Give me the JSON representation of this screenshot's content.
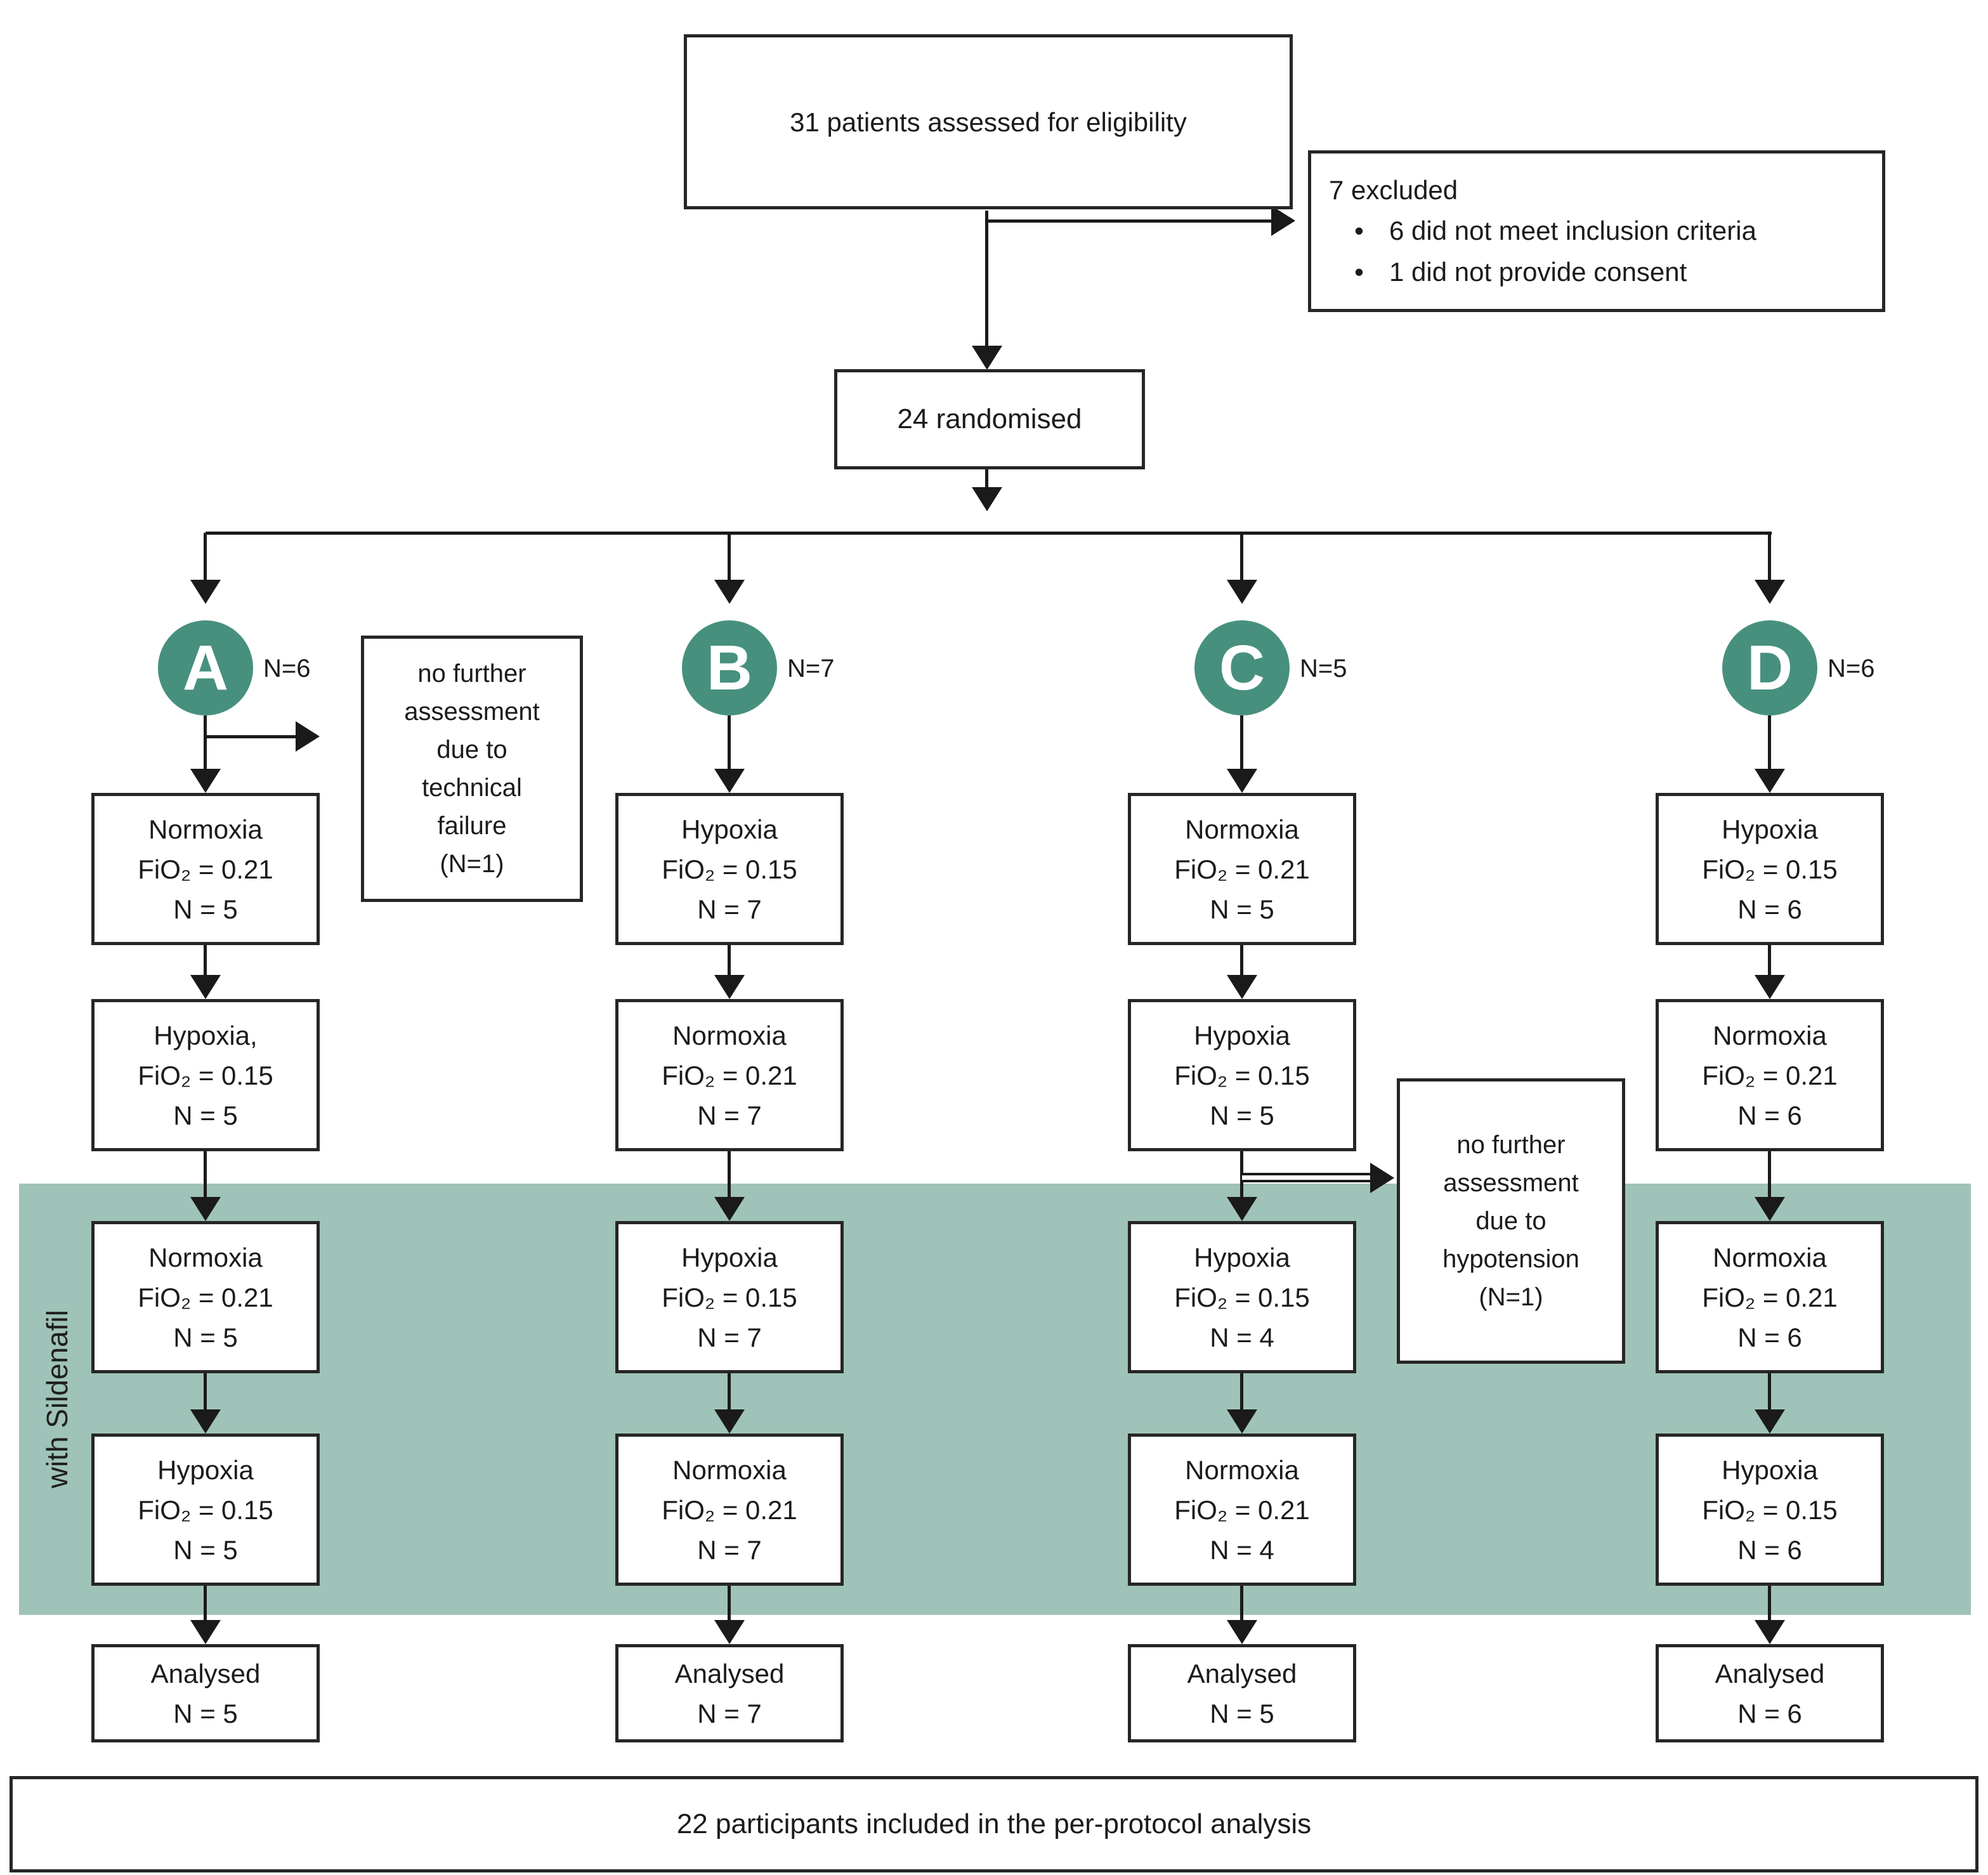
{
  "colors": {
    "accent": "#47907e",
    "band": "#9fc3b8",
    "line": "#1a1a1a"
  },
  "header": {
    "assessed": "31 patients assessed for eligibility",
    "excluded_title": "7 excluded",
    "bullet": "•",
    "excluded_items": [
      "6 did not meet inclusion criteria",
      "1 did not provide consent"
    ],
    "randomised": "24 randomised"
  },
  "band": {
    "label": "with Sildenafil"
  },
  "side_notes": {
    "technical": [
      "no further",
      "assessment",
      "due to",
      "technical",
      "failure",
      "(N=1)"
    ],
    "hypotension": [
      "no further",
      "assessment",
      "due to",
      "hypotension",
      "(N=1)"
    ]
  },
  "groups": [
    {
      "letter": "A",
      "n_label": "N=6",
      "rows": [
        [
          "Normoxia",
          "FiO₂ = 0.21",
          "N = 5"
        ],
        [
          "Hypoxia,",
          "FiO₂ = 0.15",
          "N = 5"
        ],
        [
          "Normoxia",
          "FiO₂ = 0.21",
          "N = 5"
        ],
        [
          "Hypoxia",
          "FiO₂ = 0.15",
          "N = 5"
        ],
        [
          "Analysed",
          "N = 5"
        ]
      ]
    },
    {
      "letter": "B",
      "n_label": "N=7",
      "rows": [
        [
          "Hypoxia",
          "FiO₂ = 0.15",
          "N = 7"
        ],
        [
          "Normoxia",
          "FiO₂ = 0.21",
          "N = 7"
        ],
        [
          "Hypoxia",
          "FiO₂ = 0.15",
          "N = 7"
        ],
        [
          "Normoxia",
          "FiO₂ = 0.21",
          "N = 7"
        ],
        [
          "Analysed",
          "N = 7"
        ]
      ]
    },
    {
      "letter": "C",
      "n_label": "N=5",
      "rows": [
        [
          "Normoxia",
          "FiO₂ = 0.21",
          "N = 5"
        ],
        [
          "Hypoxia",
          "FiO₂ = 0.15",
          "N = 5"
        ],
        [
          "Hypoxia",
          "FiO₂ = 0.15",
          "N = 4"
        ],
        [
          "Normoxia",
          "FiO₂ = 0.21",
          "N = 4"
        ],
        [
          "Analysed",
          "N = 5"
        ]
      ]
    },
    {
      "letter": "D",
      "n_label": "N=6",
      "rows": [
        [
          "Hypoxia",
          "FiO₂ = 0.15",
          "N = 6"
        ],
        [
          "Normoxia",
          "FiO₂ = 0.21",
          "N = 6"
        ],
        [
          "Normoxia",
          "FiO₂ = 0.21",
          "N = 6"
        ],
        [
          "Hypoxia",
          "FiO₂ = 0.15",
          "N = 6"
        ],
        [
          "Analysed",
          "N = 6"
        ]
      ]
    }
  ],
  "footer": {
    "text": "22 participants included in the per-protocol analysis"
  }
}
